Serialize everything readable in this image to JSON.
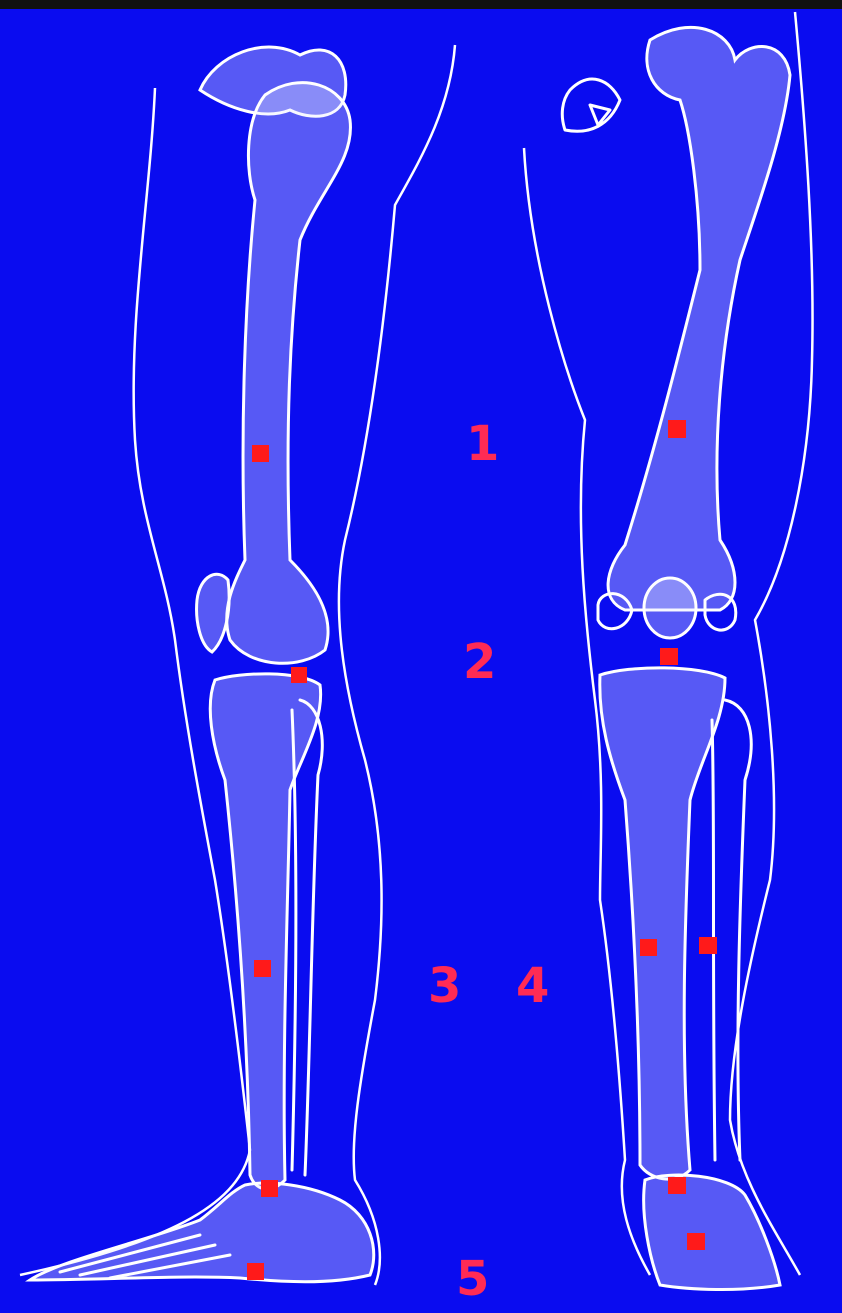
{
  "labels": {
    "n1": "1",
    "n2": "2",
    "n3": "3",
    "n4": "4",
    "n5": "5"
  },
  "colors": {
    "background": "#0a0cf0",
    "line": "#ffffff",
    "marker": "#ff1a1a",
    "number": "#ff2b55"
  }
}
